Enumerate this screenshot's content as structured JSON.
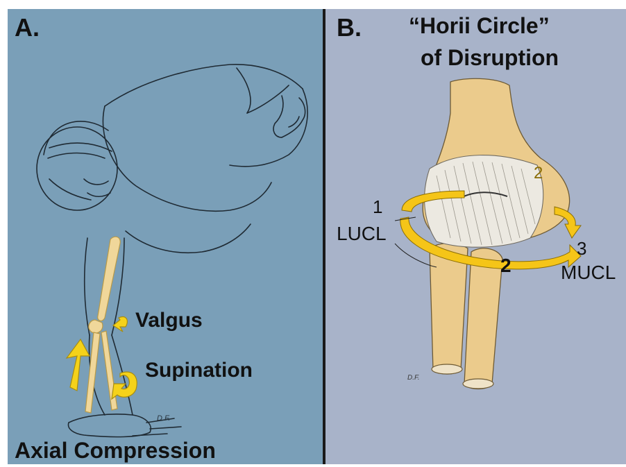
{
  "panel_a": {
    "letter": "A.",
    "labels": {
      "valgus": "Valgus",
      "supination": "Supination",
      "axial": "Axial Compression",
      "artist": "D.F."
    }
  },
  "panel_b": {
    "letter": "B.",
    "title_line1": "“Horii Circle”",
    "title_line2": "of Disruption",
    "labels": {
      "stage1_num": "1",
      "stage1_name": "LUCL",
      "stage2_num": "2",
      "stage3_num": "3",
      "stage3_name": "MUCL",
      "hidden_num": "2",
      "artist": "D.F."
    }
  },
  "colors": {
    "panel_a_bg": "#7a9fb8",
    "panel_b_bg": "#a8b3c9",
    "bone": "#f0d79a",
    "arrow_yellow": "#f5d21a",
    "divider": "#1a1a1a"
  }
}
